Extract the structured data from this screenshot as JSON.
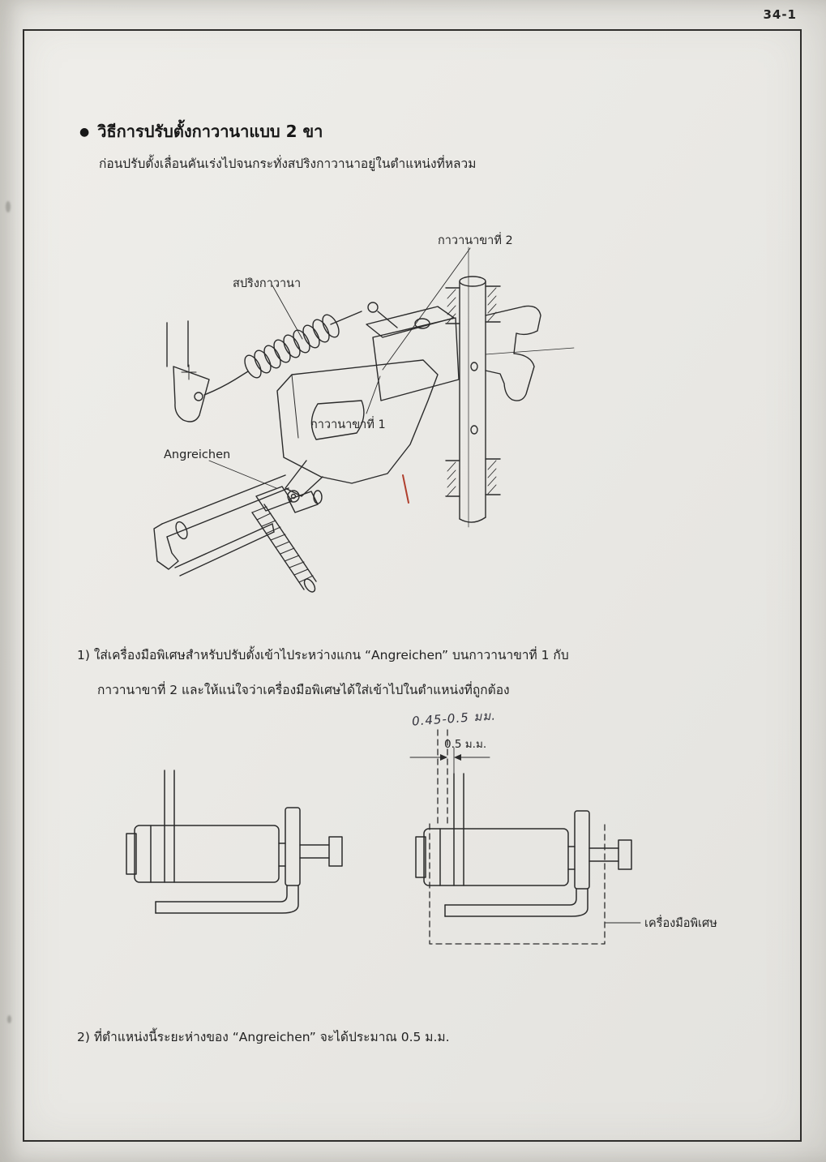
{
  "page": {
    "number": "34-1"
  },
  "colors": {
    "paper": "#eae9e5",
    "ink": "#2b2b2b",
    "accent_red": "#b0402e"
  },
  "heading": {
    "bullet": "●",
    "title": "วิธีการปรับตั้งกาวานาแบบ 2 ขา",
    "subtitle": "ก่อนปรับตั้งเลื่อนคันเร่งไปจนกระทั่งสปริงกาวานาอยู่ในตำแหน่งที่หลวม"
  },
  "figure1": {
    "label_leg2": "กาวานาขาที่ 2",
    "label_spring": "สปริงกาวานา",
    "label_leg1": "กาวานาขาที่ 1",
    "label_angreichen": "Angreichen"
  },
  "steps": {
    "step1_line1": "1) ใส่เครื่องมือพิเศษสำหรับปรับตั้งเข้าไประหว่างแกน “Angreichen” บนกาวานาขาที่ 1 กับ",
    "step1_line2": "กาวานาขาที่ 2 และให้แน่ใจว่าเครื่องมือพิเศษได้ใส่เข้าไปในตำแหน่งที่ถูกต้อง",
    "step2": "2) ที่ตำแหน่งนี้ระยะห่างของ “Angreichen” จะได้ประมาณ 0.5 ม.ม."
  },
  "figure2": {
    "handwritten_note": "0.45-0.5 มม.",
    "gap_dimension": "0.5 ม.ม.",
    "tool_label": "เครื่องมือพิเศษ"
  }
}
